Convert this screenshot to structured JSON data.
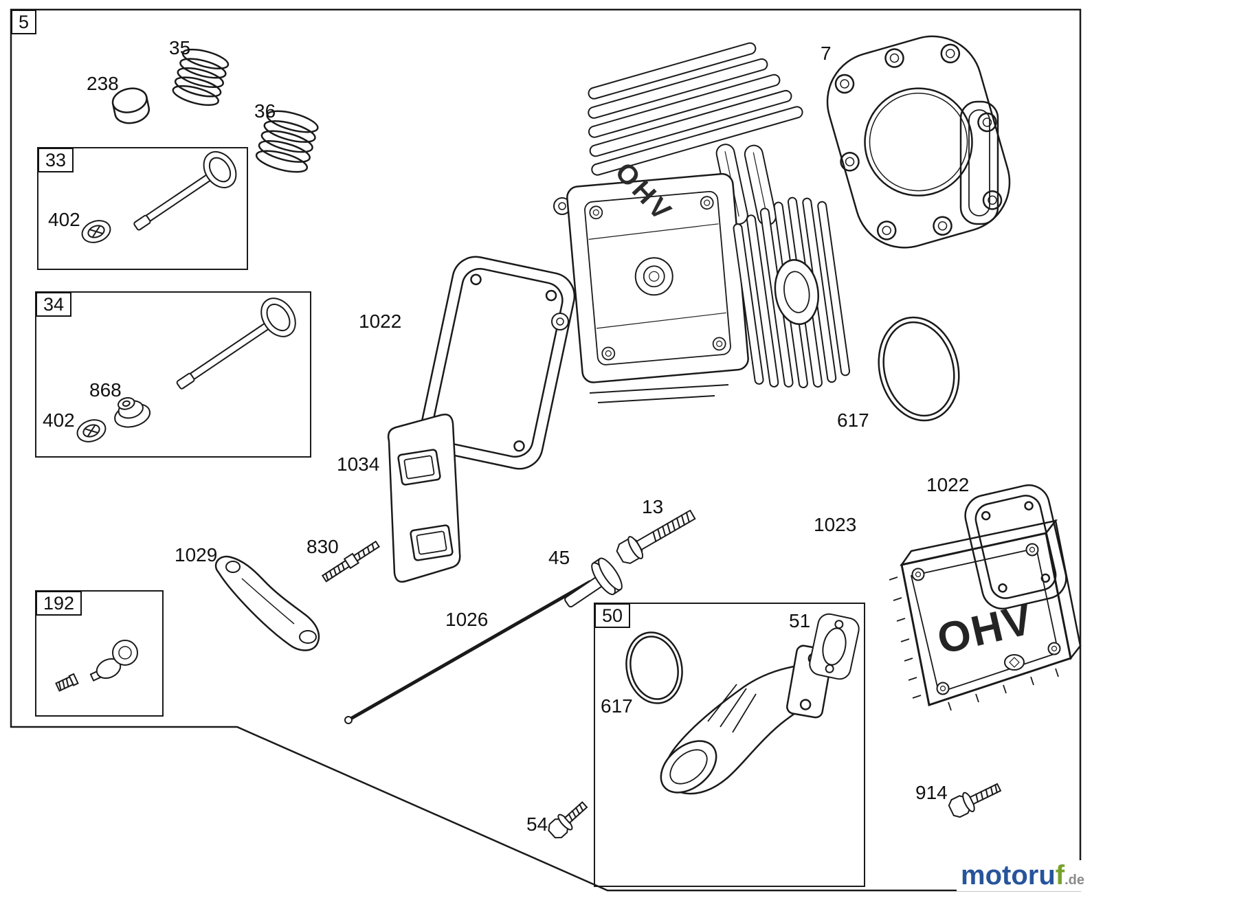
{
  "page": {
    "background_color": "#ffffff",
    "line_color": "#1a1a1a"
  },
  "part_labels": {
    "p5": "5",
    "p238": "238",
    "p35": "35",
    "p36": "36",
    "p33": "33",
    "p402_intake": "402",
    "p34": "34",
    "p868": "868",
    "p402_exhaust": "402",
    "p1022_head": "1022",
    "p7": "7",
    "p617_head": "617",
    "p1034": "1034",
    "p830": "830",
    "p1029": "1029",
    "p192": "192",
    "p1026": "1026",
    "p45": "45",
    "p13": "13",
    "p50": "50",
    "p617_manifold": "617",
    "p51": "51",
    "p54": "54",
    "p914": "914",
    "p1023": "1023",
    "p1022_cover": "1022"
  },
  "engravings": {
    "cylinder_head_ohv": "OHV",
    "valve_cover_ohv": "OHV"
  },
  "watermark": {
    "brand_main": "motoru",
    "brand_accent": "f",
    "domain_suffix": ".de",
    "color_main": "#27549b",
    "color_accent": "#76a32c",
    "color_suffix": "#8a8a8a"
  }
}
